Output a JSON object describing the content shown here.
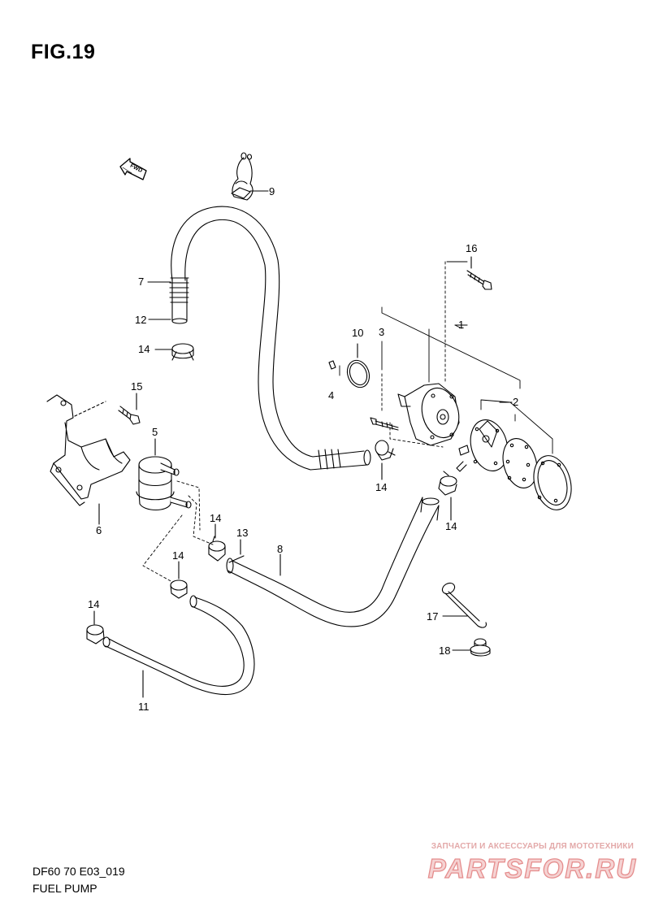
{
  "figure": {
    "title": "FIG.19",
    "model_code": "DF60 70 E03_019",
    "section_name": "FUEL PUMP",
    "direction_tag": "FWD"
  },
  "watermark": {
    "tagline": "ЗАПЧАСТИ И АКСЕССУАРЫ ДЛЯ МОТОТЕХНИКИ",
    "logo": "PARTSFOR.RU"
  },
  "callouts": {
    "c1": "1",
    "c2": "2",
    "c3": "3",
    "c4": "4",
    "c5": "5",
    "c6": "6",
    "c7": "7",
    "c8": "8",
    "c9": "9",
    "c10": "10",
    "c11": "11",
    "c12": "12",
    "c13": "13",
    "c14": "14",
    "c15": "15",
    "c16": "16",
    "c17": "17",
    "c18": "18"
  },
  "colors": {
    "line": "#000000",
    "watermark": "#e58d8d"
  }
}
